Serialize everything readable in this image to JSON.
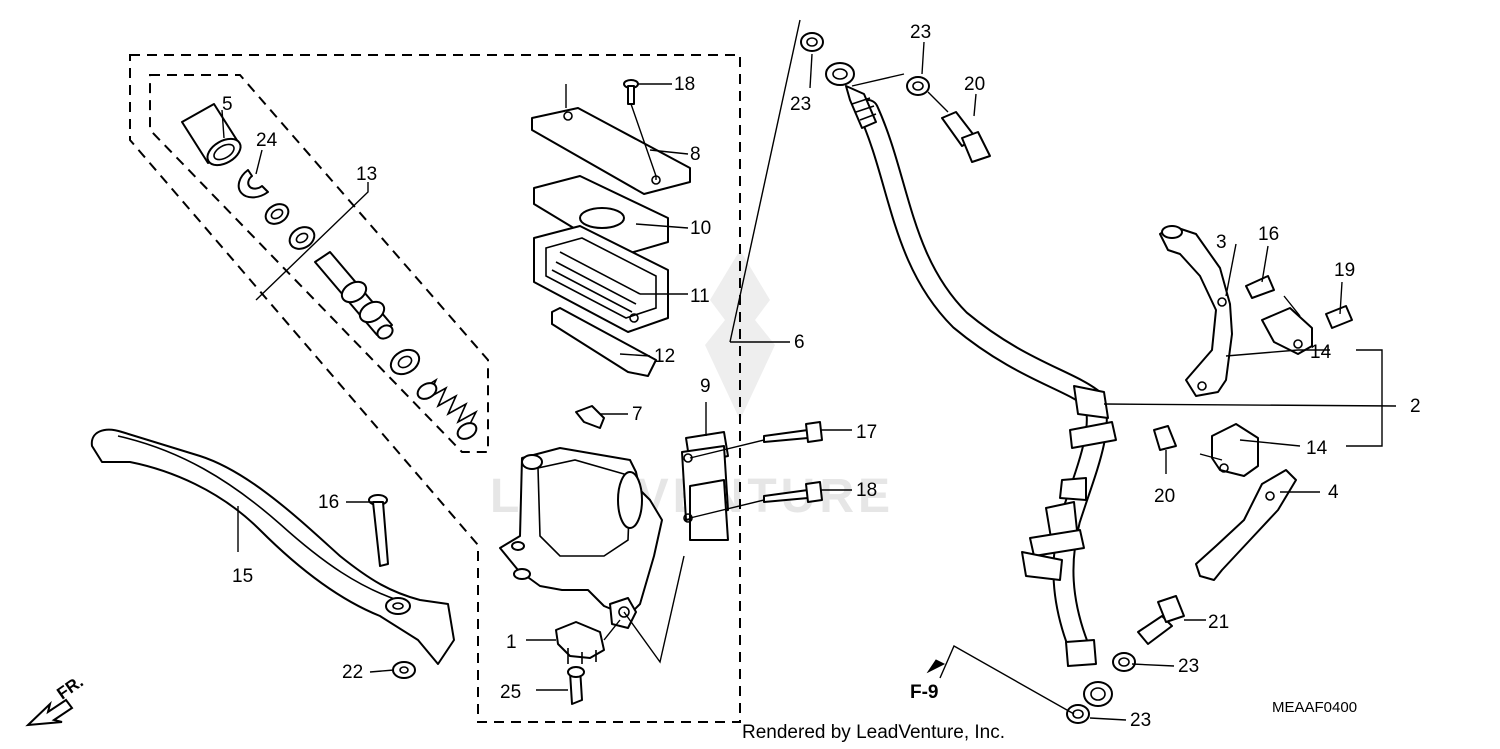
{
  "diagram": {
    "code": "MEAAF0400",
    "credit": "Rendered by LeadVenture, Inc.",
    "watermark": "LEADVENTURE",
    "section_ref": "F-9",
    "direction_label": "FR."
  },
  "callouts": [
    {
      "id": "c1",
      "label": "1"
    },
    {
      "id": "c2",
      "label": "2"
    },
    {
      "id": "c3",
      "label": "3"
    },
    {
      "id": "c4",
      "label": "4"
    },
    {
      "id": "c5",
      "label": "5"
    },
    {
      "id": "c6",
      "label": "6"
    },
    {
      "id": "c7",
      "label": "7"
    },
    {
      "id": "c8",
      "label": "8"
    },
    {
      "id": "c9",
      "label": "9"
    },
    {
      "id": "c10",
      "label": "10"
    },
    {
      "id": "c11",
      "label": "11"
    },
    {
      "id": "c12",
      "label": "12"
    },
    {
      "id": "c13",
      "label": "13"
    },
    {
      "id": "c14a",
      "label": "14"
    },
    {
      "id": "c14b",
      "label": "14"
    },
    {
      "id": "c15",
      "label": "15"
    },
    {
      "id": "c16a",
      "label": "16"
    },
    {
      "id": "c16b",
      "label": "16"
    },
    {
      "id": "c17",
      "label": "17"
    },
    {
      "id": "c18a",
      "label": "18"
    },
    {
      "id": "c18b",
      "label": "18"
    },
    {
      "id": "c19",
      "label": "19"
    },
    {
      "id": "c20a",
      "label": "20"
    },
    {
      "id": "c20b",
      "label": "20"
    },
    {
      "id": "c21",
      "label": "21"
    },
    {
      "id": "c22",
      "label": "22"
    },
    {
      "id": "c23a",
      "label": "23"
    },
    {
      "id": "c23b",
      "label": "23"
    },
    {
      "id": "c23c",
      "label": "23"
    },
    {
      "id": "c23d",
      "label": "23"
    },
    {
      "id": "c24",
      "label": "24"
    },
    {
      "id": "c25",
      "label": "25"
    }
  ]
}
